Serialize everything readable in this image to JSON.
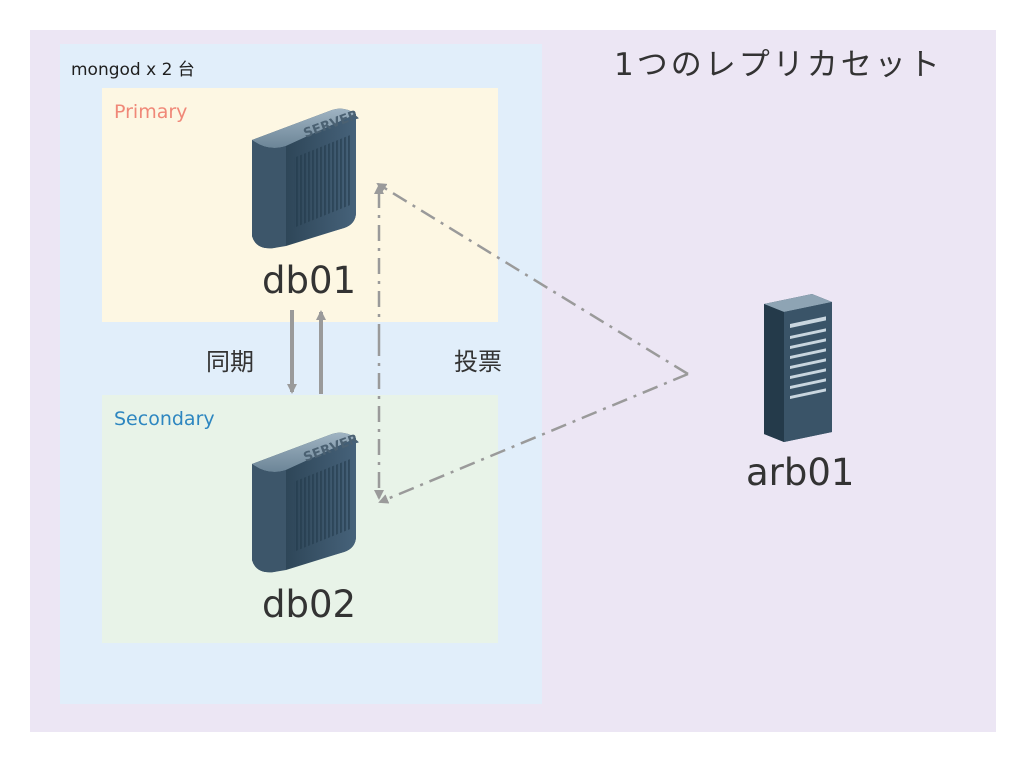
{
  "diagram": {
    "replica_set_title": "1つのレプリカセット",
    "mongod_group_label": "mongod x 2 台",
    "primary": {
      "role_label": "Primary",
      "role_color": "#f08878",
      "host": "db01",
      "icon": "server-icon",
      "icon_text": "SERVER"
    },
    "secondary": {
      "role_label": "Secondary",
      "role_color": "#2d86c0",
      "host": "db02",
      "icon": "server-icon",
      "icon_text": "SERVER"
    },
    "arbiter": {
      "host": "arb01",
      "icon": "server-rack-icon"
    },
    "sync_label": "同期",
    "vote_label": "投票",
    "colors": {
      "replica_set_bg": "#ece6f4",
      "mongod_group_bg": "#e1eefa",
      "primary_bg": "#fdf7e3",
      "secondary_bg": "#e8f3e8",
      "arrow": "#9a9a9a",
      "server_body": "#3a5468"
    }
  }
}
